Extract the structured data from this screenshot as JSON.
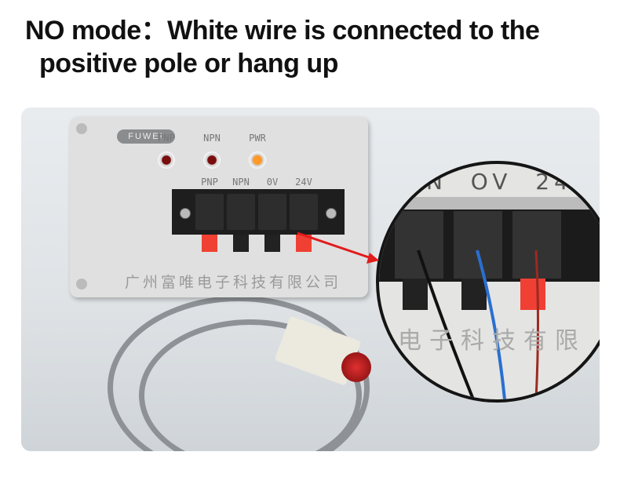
{
  "title": {
    "line1": "NO mode：White wire is connected to the",
    "line2": "positive pole or hang up"
  },
  "device": {
    "brand": "FUWEI",
    "indicator_labels": [
      "PNP",
      "NPN",
      "PWR"
    ],
    "terminal_labels": [
      "PNP",
      "NPN",
      "0V",
      "24V"
    ],
    "company": "广州富唯电子科技有限公司"
  },
  "inset": {
    "labels": "N  OV  24",
    "company_fragment": "电子科技有限"
  },
  "colors": {
    "arrow": "#e21b1b",
    "led_on": "#ff9a2a",
    "led_off": "#7a0d0d"
  }
}
